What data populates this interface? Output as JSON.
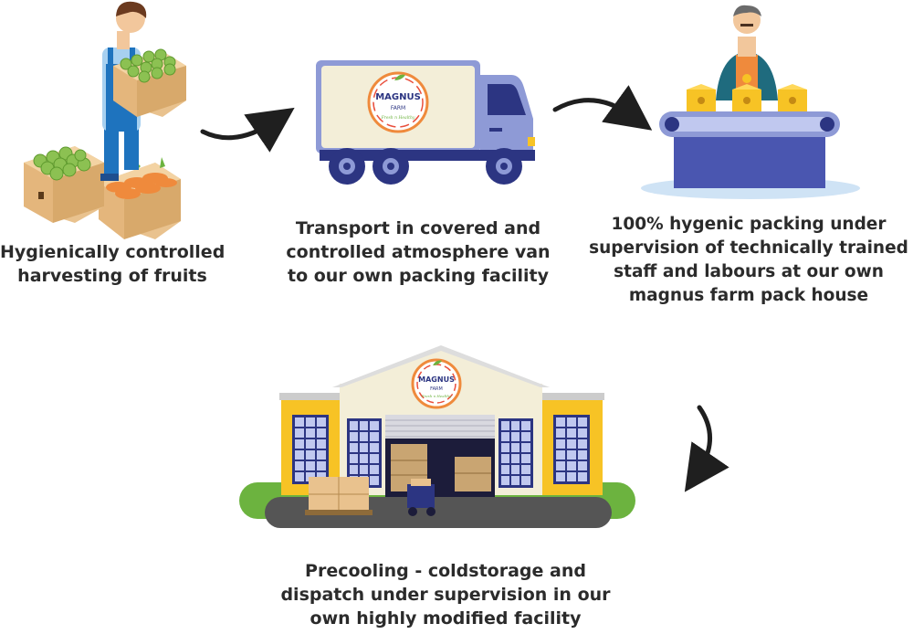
{
  "logo": {
    "name": "MAGNUS",
    "sub": "FARM",
    "tagline": "Fresh n Healthy"
  },
  "steps": [
    {
      "lines": [
        "Hygienically controlled",
        "harvesting of fruits"
      ]
    },
    {
      "lines": [
        "Transport in covered and",
        "controlled atmosphere van",
        "to our own packing facility"
      ]
    },
    {
      "lines": [
        "100% hygenic packing under",
        "supervision of technically trained",
        "staff and labours at our own",
        "magnus farm pack house"
      ]
    },
    {
      "lines": [
        "Precooling - coldstorage and",
        "dispatch under supervision in our",
        "own highly modified facility"
      ]
    }
  ],
  "colors": {
    "text": "#2b2b2b",
    "truck_body": "#f3eed8",
    "truck_frame": "#8e9ad6",
    "navy": "#2c3582",
    "crate": "#e9c28e",
    "fruit_green": "#8cc152",
    "carrot": "#ef8a3c",
    "worker_blue": "#1e73be",
    "building_yellow": "#f7c325",
    "grass": "#6cb33f"
  },
  "icons": [
    "farmer-illustration",
    "truck-illustration",
    "packing-worker-illustration",
    "warehouse-illustration",
    "curved-arrow-icon"
  ]
}
